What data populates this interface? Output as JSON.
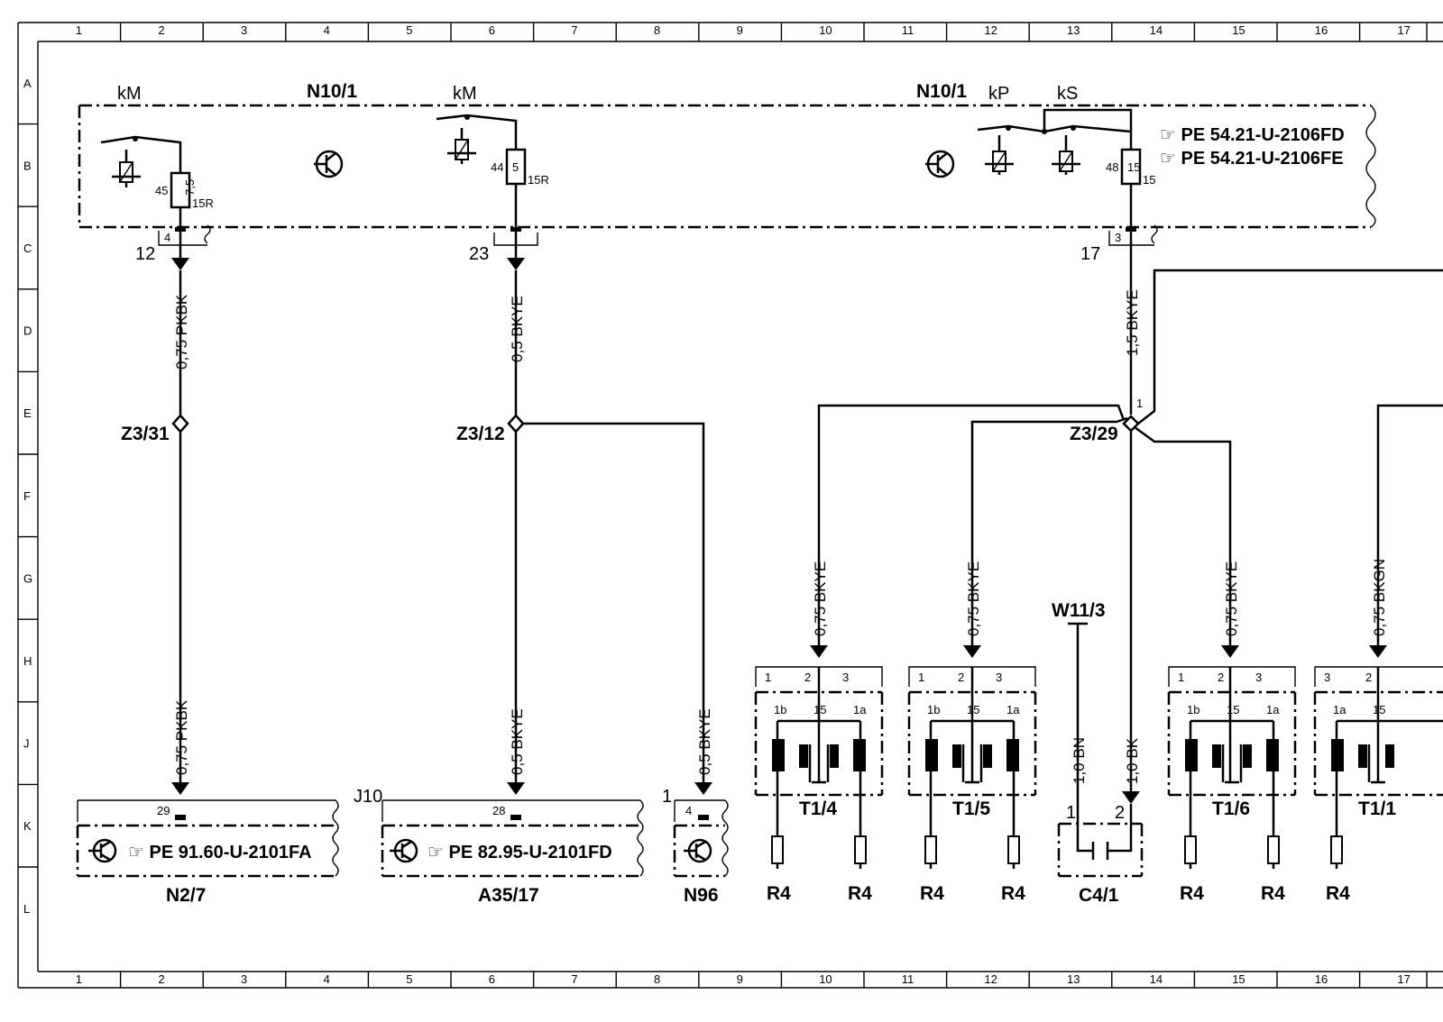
{
  "grid": {
    "columns": [
      "1",
      "2",
      "3",
      "4",
      "5",
      "6",
      "7",
      "8",
      "9",
      "10",
      "11",
      "12",
      "13",
      "14",
      "15",
      "16",
      "17"
    ],
    "rows": [
      "A",
      "B",
      "C",
      "D",
      "E",
      "F",
      "G",
      "H",
      "J",
      "K",
      "L"
    ]
  },
  "module": {
    "label_left": "N10/1",
    "label_right": "N10/1",
    "relays": [
      "kM",
      "kM",
      "kP",
      "kS"
    ],
    "fuses": [
      {
        "pin": "45",
        "rating": "7,5",
        "terminal": "15R",
        "connector": "4",
        "wire": "12"
      },
      {
        "pin": "44",
        "rating": "5",
        "terminal": "15R",
        "connector": "",
        "wire": "23"
      },
      {
        "pin": "48",
        "rating": "15",
        "terminal": "15",
        "connector": "3",
        "wire": "17"
      }
    ],
    "refs": [
      "PE  54.21-U-2106FD",
      "PE  54.21-U-2106FE"
    ]
  },
  "wires": {
    "w1_upper": "0,75  PKBK",
    "w1_lower": "0,75  PKBK",
    "w2_upper": "0,5  BKYE",
    "w2_lower": "0,5  BKYE",
    "w3": "0,5  BKYE",
    "w4_upper": "1,5  BKYE",
    "t14": "0,75  BKYE",
    "t15": "0,75  BKYE",
    "t16": "0,75  BKYE",
    "t11": "0,75  BKGN",
    "c41_bn": "1,0  BN",
    "c41_bk": "1,0  BK"
  },
  "splices": {
    "z331": "Z3/31",
    "z312": "Z3/12",
    "z329": "Z3/29",
    "z329_pin": "1"
  },
  "ground": "W11/3",
  "bottom_units": [
    {
      "label": "N2/7",
      "pin": "29",
      "ref": "PE  91.60-U-2101FA"
    },
    {
      "label": "A35/17",
      "pin": "28",
      "ref": "PE  82.95-U-2101FD",
      "conn": "J10"
    },
    {
      "label": "N96",
      "pin": "4",
      "conn": "1"
    }
  ],
  "coils": [
    {
      "label": "T1/4",
      "pins": [
        "1",
        "2",
        "3"
      ],
      "inner": [
        "1b",
        "15",
        "1a"
      ]
    },
    {
      "label": "T1/5",
      "pins": [
        "1",
        "2",
        "3"
      ],
      "inner": [
        "1b",
        "15",
        "1a"
      ]
    },
    {
      "label": "T1/6",
      "pins": [
        "1",
        "2",
        "3"
      ],
      "inner": [
        "1b",
        "15",
        "1a"
      ]
    },
    {
      "label": "T1/1",
      "pins": [
        "3",
        "2"
      ],
      "inner": [
        "1a",
        "15"
      ]
    }
  ],
  "spark_plug_label": "R4",
  "capacitor": {
    "label": "C4/1",
    "pins": [
      "1",
      "2"
    ]
  }
}
